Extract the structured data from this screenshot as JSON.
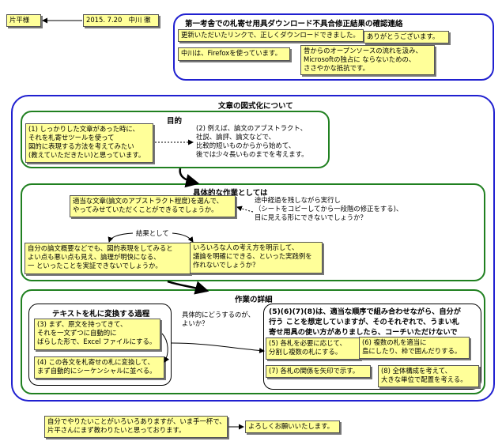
{
  "header": {
    "recipient": "片平様",
    "date_author": "2015. 7.20　中川 徹"
  },
  "top_section": {
    "title": "第一考舎での札寄せ用具ダウンロード不具合修正結果の確認連絡",
    "note1": "更新いただいたリンクで、正しくダウンロードできました。",
    "note2": "ありがとうございます。",
    "note3": "中川は、Firefoxを使っています。",
    "note4": "昔からのオープンソースの流れを汲み、\nMicrosoftの独占に ならないための、\nささやかな抵抗です。"
  },
  "main": {
    "title": "文章の図式化について",
    "purpose": {
      "title": "目的",
      "note1": "(1) しっかりした文章があった時に、\nそれを札寄せツールを使って\n図的に表現する方法を考えてみたい\n(教えていただきたい)と思っています。",
      "text2": "(2) 例えば、論文のアブストラクト、\n社説、論評、論文などで、\n比較的短いものからから始めて、\n後では少々長いものまでを考えます。"
    },
    "concrete": {
      "title": "具体的な作業としては",
      "note1": "適当な文章(論文のアブストラクト程度)を選んで、\nやってみせていただくことができるでしょうか。",
      "text2": "途中経過を残しながら実行し\n（シートをコピーしてから一段階の修正をする)、\n目に見える形にできないでしょうか？",
      "result_label": "結果として",
      "note3": "自分の論文概要などでも、図的表現をしてみると\nよい点も悪い点も見え、論理が明快になる、\n一 といったことを実証できないでしょうか。",
      "note4": "いろいろな人の考え方を明示して、\n議論を明確にできる、といった実践例を\n作れないでしょうか？"
    },
    "details": {
      "title": "作業の詳細",
      "process_title": "テキストを札に変換する過程",
      "note3": "(3) まず、原文を持ってきて、\nそれを一文ずつに自動的に\nばらした形で、Excel ファイルにする。",
      "note4": "(4) この各文を札寄せの札に変換して、\nまず自動的にシーケンシャルに並べる。",
      "question": "具体的にどうするのが、\nよいか？",
      "bold_text": "(5)(6)(7)(8)は、適当な順序で組み合わせながら、自分が\n行う ことを想定していますが、そのそれぞれで、うまい札\n寄せ用具の使い方がありましたら、コーチいただけないで",
      "note5": "(5) 各札を必要に応じて、\n分割し複数の札にする。",
      "note6": "(6) 複数の札を適当に\n島にしたり、枠で囲んだりする。",
      "note7": "(7) 各札の関係を矢印で示す。",
      "note8": "(8) 全体構成を考えて、\n大きな単位で配置を考える。"
    }
  },
  "footer": {
    "note1": "自分でやりたいことがいろいろありますが、いま手一杯で、\n片平さんにまず教わりたいと思っております。",
    "note2": "よろしくお願いいたします。"
  },
  "colors": {
    "note_fill": "#ffff99",
    "blue_frame": "#2020d0",
    "green_frame": "#208020"
  }
}
